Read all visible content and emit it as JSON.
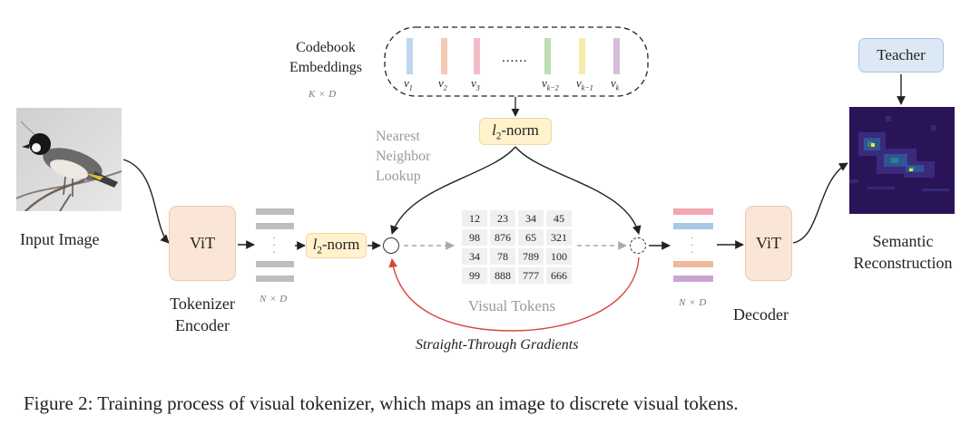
{
  "codebook": {
    "title_line1": "Codebook",
    "title_line2": "Embeddings",
    "dim": "K × D",
    "vectors": [
      "v1",
      "v2",
      "v3",
      "vk−2",
      "vk−1",
      "vk"
    ],
    "vector_base": "v",
    "vector_subs": [
      "1",
      "2",
      "3",
      "k−2",
      "k−1",
      "k"
    ],
    "ellipsis": "......",
    "colors": [
      "#a9c8e8",
      "#f2b89a",
      "#f0a3b5",
      "#a8d49a",
      "#f5e38c",
      "#c9a6cf"
    ]
  },
  "input_image_label": "Input Image",
  "encoder": {
    "vit_label": "ViT",
    "caption_line1": "Tokenizer",
    "caption_line2": "Encoder",
    "dim": "N × D"
  },
  "norm_label_base": "l",
  "norm_label_sub": "2",
  "norm_label_suffix": "-norm",
  "lookup": {
    "line1": "Nearest",
    "line2": "Neighbor",
    "line3": "Lookup"
  },
  "visual_tokens": {
    "label": "Visual Tokens",
    "grid": [
      [
        "12",
        "23",
        "34",
        "45"
      ],
      [
        "98",
        "876",
        "65",
        "321"
      ],
      [
        "34",
        "78",
        "789",
        "100"
      ],
      [
        "99",
        "888",
        "777",
        "666"
      ]
    ]
  },
  "gradients_label": "Straight-Through Gradients",
  "decoder": {
    "vit_label": "ViT",
    "caption": "Decoder",
    "dim": "N × D"
  },
  "teacher_label": "Teacher",
  "semantic": {
    "line1": "Semantic",
    "line2": "Reconstruction"
  },
  "caption": "Figure 2: Training process of visual tokenizer, which maps an image to discrete visual tokens.",
  "colors": {
    "vit_fill": "#fbe5d6",
    "norm_fill": "#fff2cc",
    "teacher_fill": "#dce9f5",
    "gradient_arrow": "#d9463b",
    "heatmap_bg": "#2a1458"
  }
}
